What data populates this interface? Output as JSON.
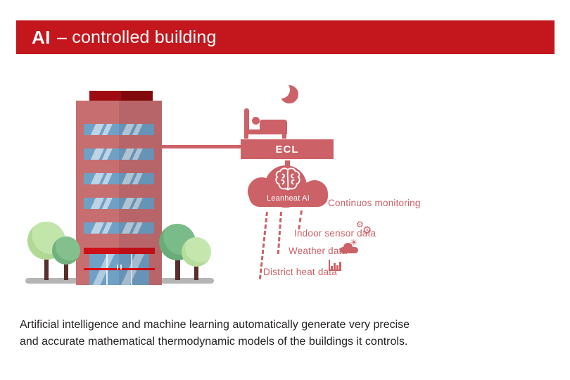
{
  "header": {
    "title_bold": "AI",
    "title_rest": "– controlled building",
    "bg_color": "#C4161D"
  },
  "scene": {
    "ecl": {
      "label": "ECL"
    },
    "cloud": {
      "label": "Leanheat AI"
    },
    "monitoring_label": "Continuos monitoring",
    "data_sources": [
      {
        "label": "Indoor sensor data",
        "icon": "gears-icon"
      },
      {
        "label": "Weather data",
        "icon": "sun-cloud-icon"
      },
      {
        "label": "District heat data",
        "icon": "bar-chart-icon"
      }
    ],
    "colors": {
      "accent_red": "#C4161D",
      "rose": "#CC6167",
      "bright_red": "#CE1119",
      "window_blue": "#6FA0C6",
      "roof_dark_red": "#9E0C11",
      "tree_green_light": "#B7E09D",
      "tree_green_dark": "#6FB580",
      "trunk_brown": "#572F2B",
      "ground_gray": "#B5B5B5"
    }
  },
  "caption": {
    "lines": [
      "Artificial intelligence and machine learning automatically generate very precise",
      "and accurate mathematical thermodynamic models of the buildings it controls."
    ]
  }
}
